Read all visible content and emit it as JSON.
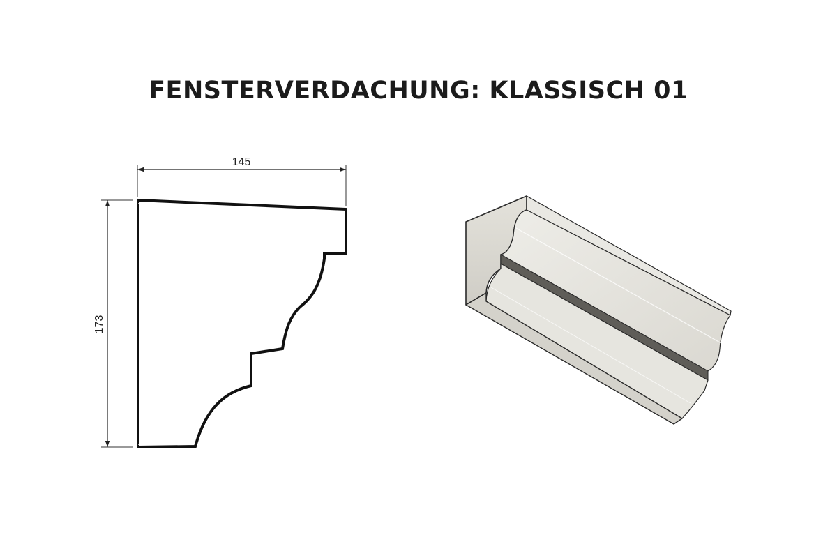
{
  "title": "FENSTERVERDACHUNG: KLASSISCH 01",
  "section_drawing": {
    "width_label": "145",
    "height_label": "173"
  },
  "colors": {
    "line": "#111111",
    "profile_face": "#ecebe6",
    "profile_end": "#dedcd5",
    "profile_groove": "#5f5d58"
  }
}
